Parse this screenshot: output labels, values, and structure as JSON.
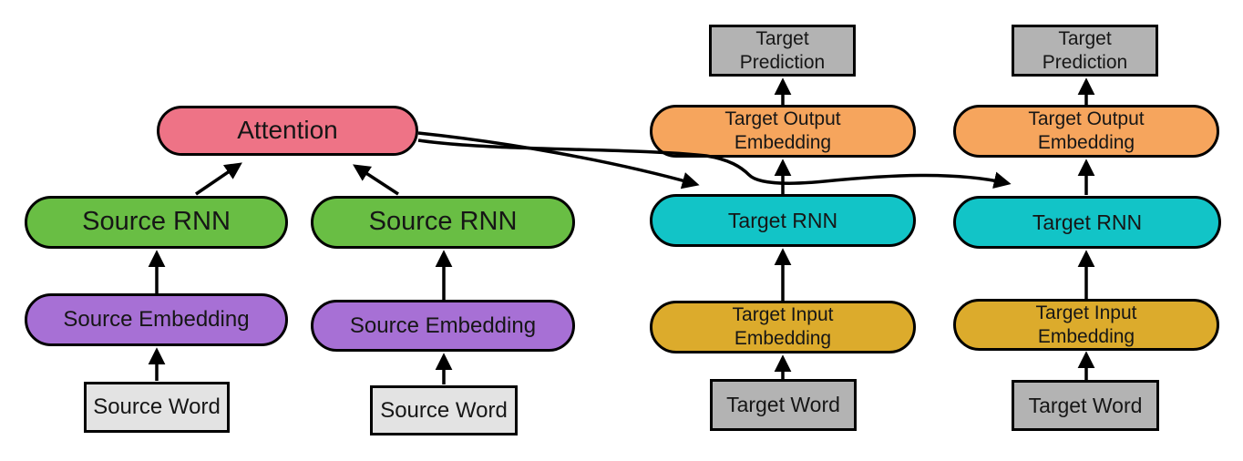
{
  "colors": {
    "attention": "#ee7386",
    "source_rnn": "#69be44",
    "source_embedding": "#a770d5",
    "source_word": "#e3e3e3",
    "target_output_embedding": "#f6a55d",
    "target_rnn": "#12c4c7",
    "target_input_embedding": "#dcab2c",
    "target_prediction": "#b3b3b3",
    "target_word": "#b3b3b3",
    "outline": "#000000"
  },
  "nodes": {
    "attention": {
      "label": "Attention"
    },
    "source_columns": [
      {
        "rnn": "Source RNN",
        "embedding": "Source Embedding",
        "word": "Source Word"
      },
      {
        "rnn": "Source RNN",
        "embedding": "Source Embedding",
        "word": "Source Word"
      }
    ],
    "target_columns": [
      {
        "prediction": "Target Prediction",
        "output_embedding": "Target Output Embedding",
        "rnn": "Target RNN",
        "input_embedding": "Target Input Embedding",
        "word": "Target Word"
      },
      {
        "prediction": "Target Prediction",
        "output_embedding": "Target Output Embedding",
        "rnn": "Target RNN",
        "input_embedding": "Target Input Embedding",
        "word": "Target Word"
      }
    ]
  },
  "edges": [
    {
      "from": "source-word-1",
      "to": "source-embedding-1"
    },
    {
      "from": "source-embedding-1",
      "to": "source-rnn-1"
    },
    {
      "from": "source-rnn-1",
      "to": "attention"
    },
    {
      "from": "source-word-2",
      "to": "source-embedding-2"
    },
    {
      "from": "source-embedding-2",
      "to": "source-rnn-2"
    },
    {
      "from": "source-rnn-2",
      "to": "attention"
    },
    {
      "from": "attention",
      "to": "target-rnn-1"
    },
    {
      "from": "attention",
      "to": "target-rnn-2"
    },
    {
      "from": "target-word-1",
      "to": "target-input-embedding-1"
    },
    {
      "from": "target-input-embedding-1",
      "to": "target-rnn-1"
    },
    {
      "from": "target-rnn-1",
      "to": "target-output-embedding-1"
    },
    {
      "from": "target-output-embedding-1",
      "to": "target-prediction-1"
    },
    {
      "from": "target-word-2",
      "to": "target-input-embedding-2"
    },
    {
      "from": "target-input-embedding-2",
      "to": "target-rnn-2"
    },
    {
      "from": "target-rnn-2",
      "to": "target-output-embedding-2"
    },
    {
      "from": "target-output-embedding-2",
      "to": "target-prediction-2"
    }
  ]
}
